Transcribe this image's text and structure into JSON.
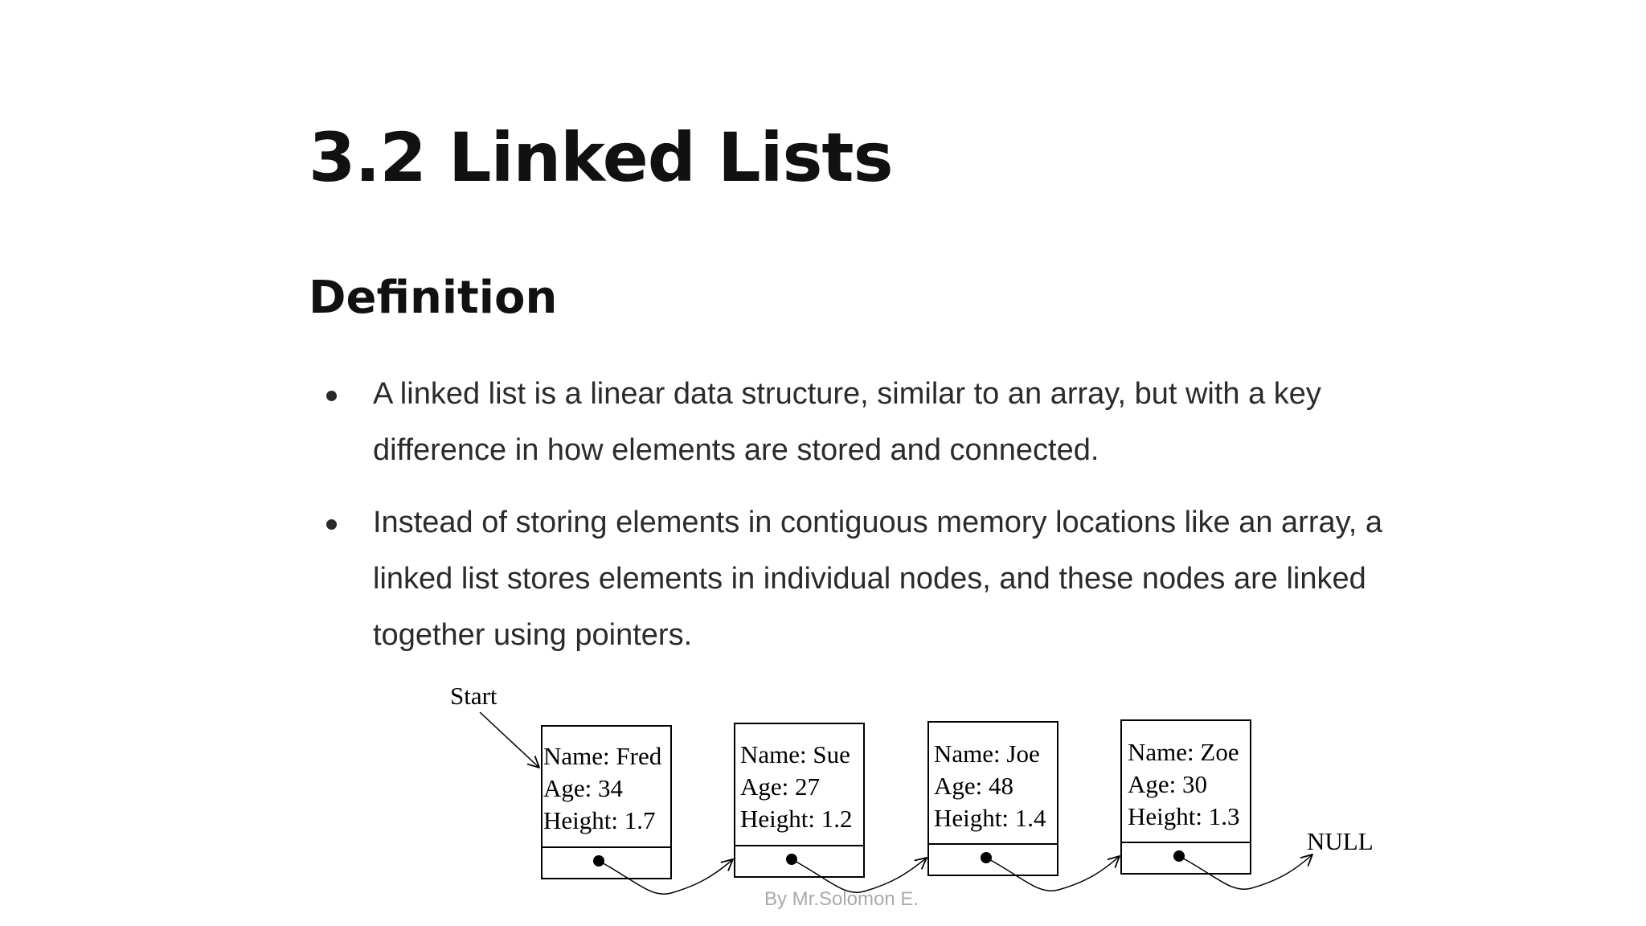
{
  "slide": {
    "title": "3.2 Linked Lists",
    "subtitle": "Definition",
    "bullets": [
      "A linked list is a linear data structure, similar to an array, but with a key difference in how elements are stored and connected.",
      "Instead of storing elements in contiguous memory locations like an array, a linked list stores elements in individual nodes, and these nodes are linked together using pointers."
    ],
    "footer": "By Mr.Solomon E."
  },
  "diagram": {
    "start_label": "Start",
    "null_label": "NULL",
    "nodes": [
      {
        "name": "Name: Fred",
        "age": "Age: 34",
        "height": "Height: 1.7"
      },
      {
        "name": "Name: Sue",
        "age": "Age: 27",
        "height": "Height: 1.2"
      },
      {
        "name": "Name: Joe",
        "age": "Age: 48",
        "height": "Height: 1.4"
      },
      {
        "name": "Name: Zoe",
        "age": "Age: 30",
        "height": "Height: 1.3"
      }
    ]
  }
}
